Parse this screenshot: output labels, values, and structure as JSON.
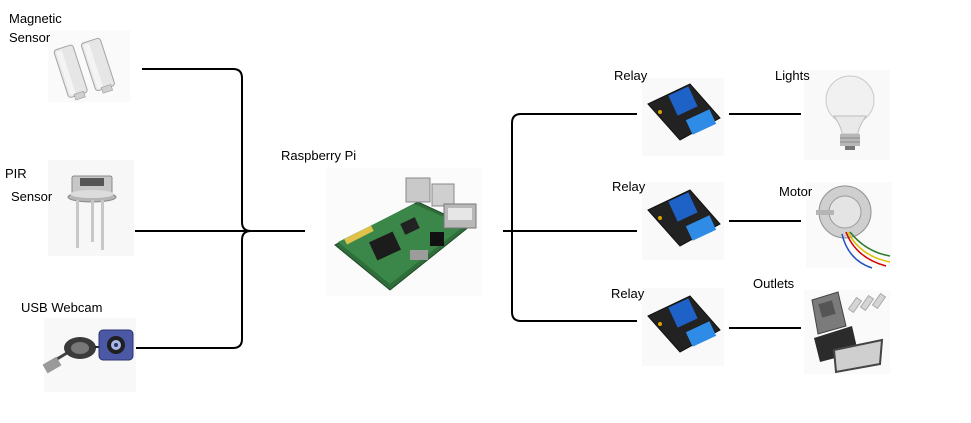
{
  "inputs": {
    "magnetic_line1": "Magnetic",
    "magnetic_line2": "Sensor",
    "pir_line1": "PIR",
    "pir_line2": "Sensor",
    "webcam": "USB Webcam"
  },
  "hub": {
    "label": "Raspberry Pi"
  },
  "relays": [
    {
      "label": "Relay"
    },
    {
      "label": "Relay"
    },
    {
      "label": "Relay"
    }
  ],
  "outputs": [
    {
      "label": "Lights"
    },
    {
      "label": "Motor"
    },
    {
      "label": "Outlets"
    }
  ]
}
